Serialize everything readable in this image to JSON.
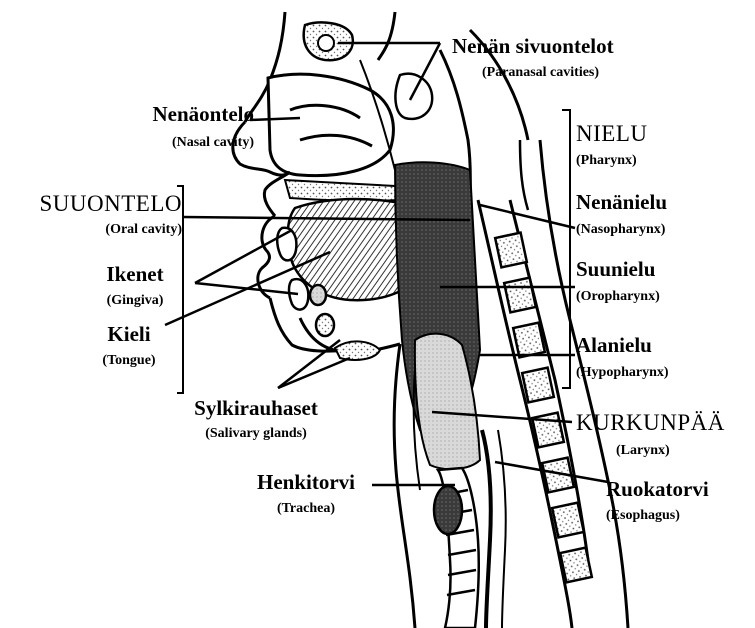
{
  "labels": {
    "paranasal": {
      "fi": "Nenän sivuontelot",
      "en": "(Paranasal cavities)"
    },
    "nasal": {
      "fi": "Nenäontelo",
      "en": "(Nasal cavity)"
    },
    "oral": {
      "fi": "SUUONTELO",
      "en": "(Oral cavity)"
    },
    "gingiva": {
      "fi": "Ikenet",
      "en": "(Gingiva)"
    },
    "tongue": {
      "fi": "Kieli",
      "en": "(Tongue)"
    },
    "salivary": {
      "fi": "Sylkirauhaset",
      "en": "(Salivary glands)"
    },
    "pharynx": {
      "fi": "NIELU",
      "en": "(Pharynx)"
    },
    "nasopharynx": {
      "fi": "Nenänielu",
      "en": "(Nasopharynx)"
    },
    "oropharynx": {
      "fi": "Suunielu",
      "en": "(Oropharynx)"
    },
    "hypopharynx": {
      "fi": "Alanielu",
      "en": "(Hypopharynx)"
    },
    "larynx": {
      "fi": "KURKUNPÄÄ",
      "en": "(Larynx)"
    },
    "trachea": {
      "fi": "Henkitorvi",
      "en": "(Trachea)"
    },
    "esophagus": {
      "fi": "Ruokatorvi",
      "en": "(Esophagus)"
    }
  }
}
